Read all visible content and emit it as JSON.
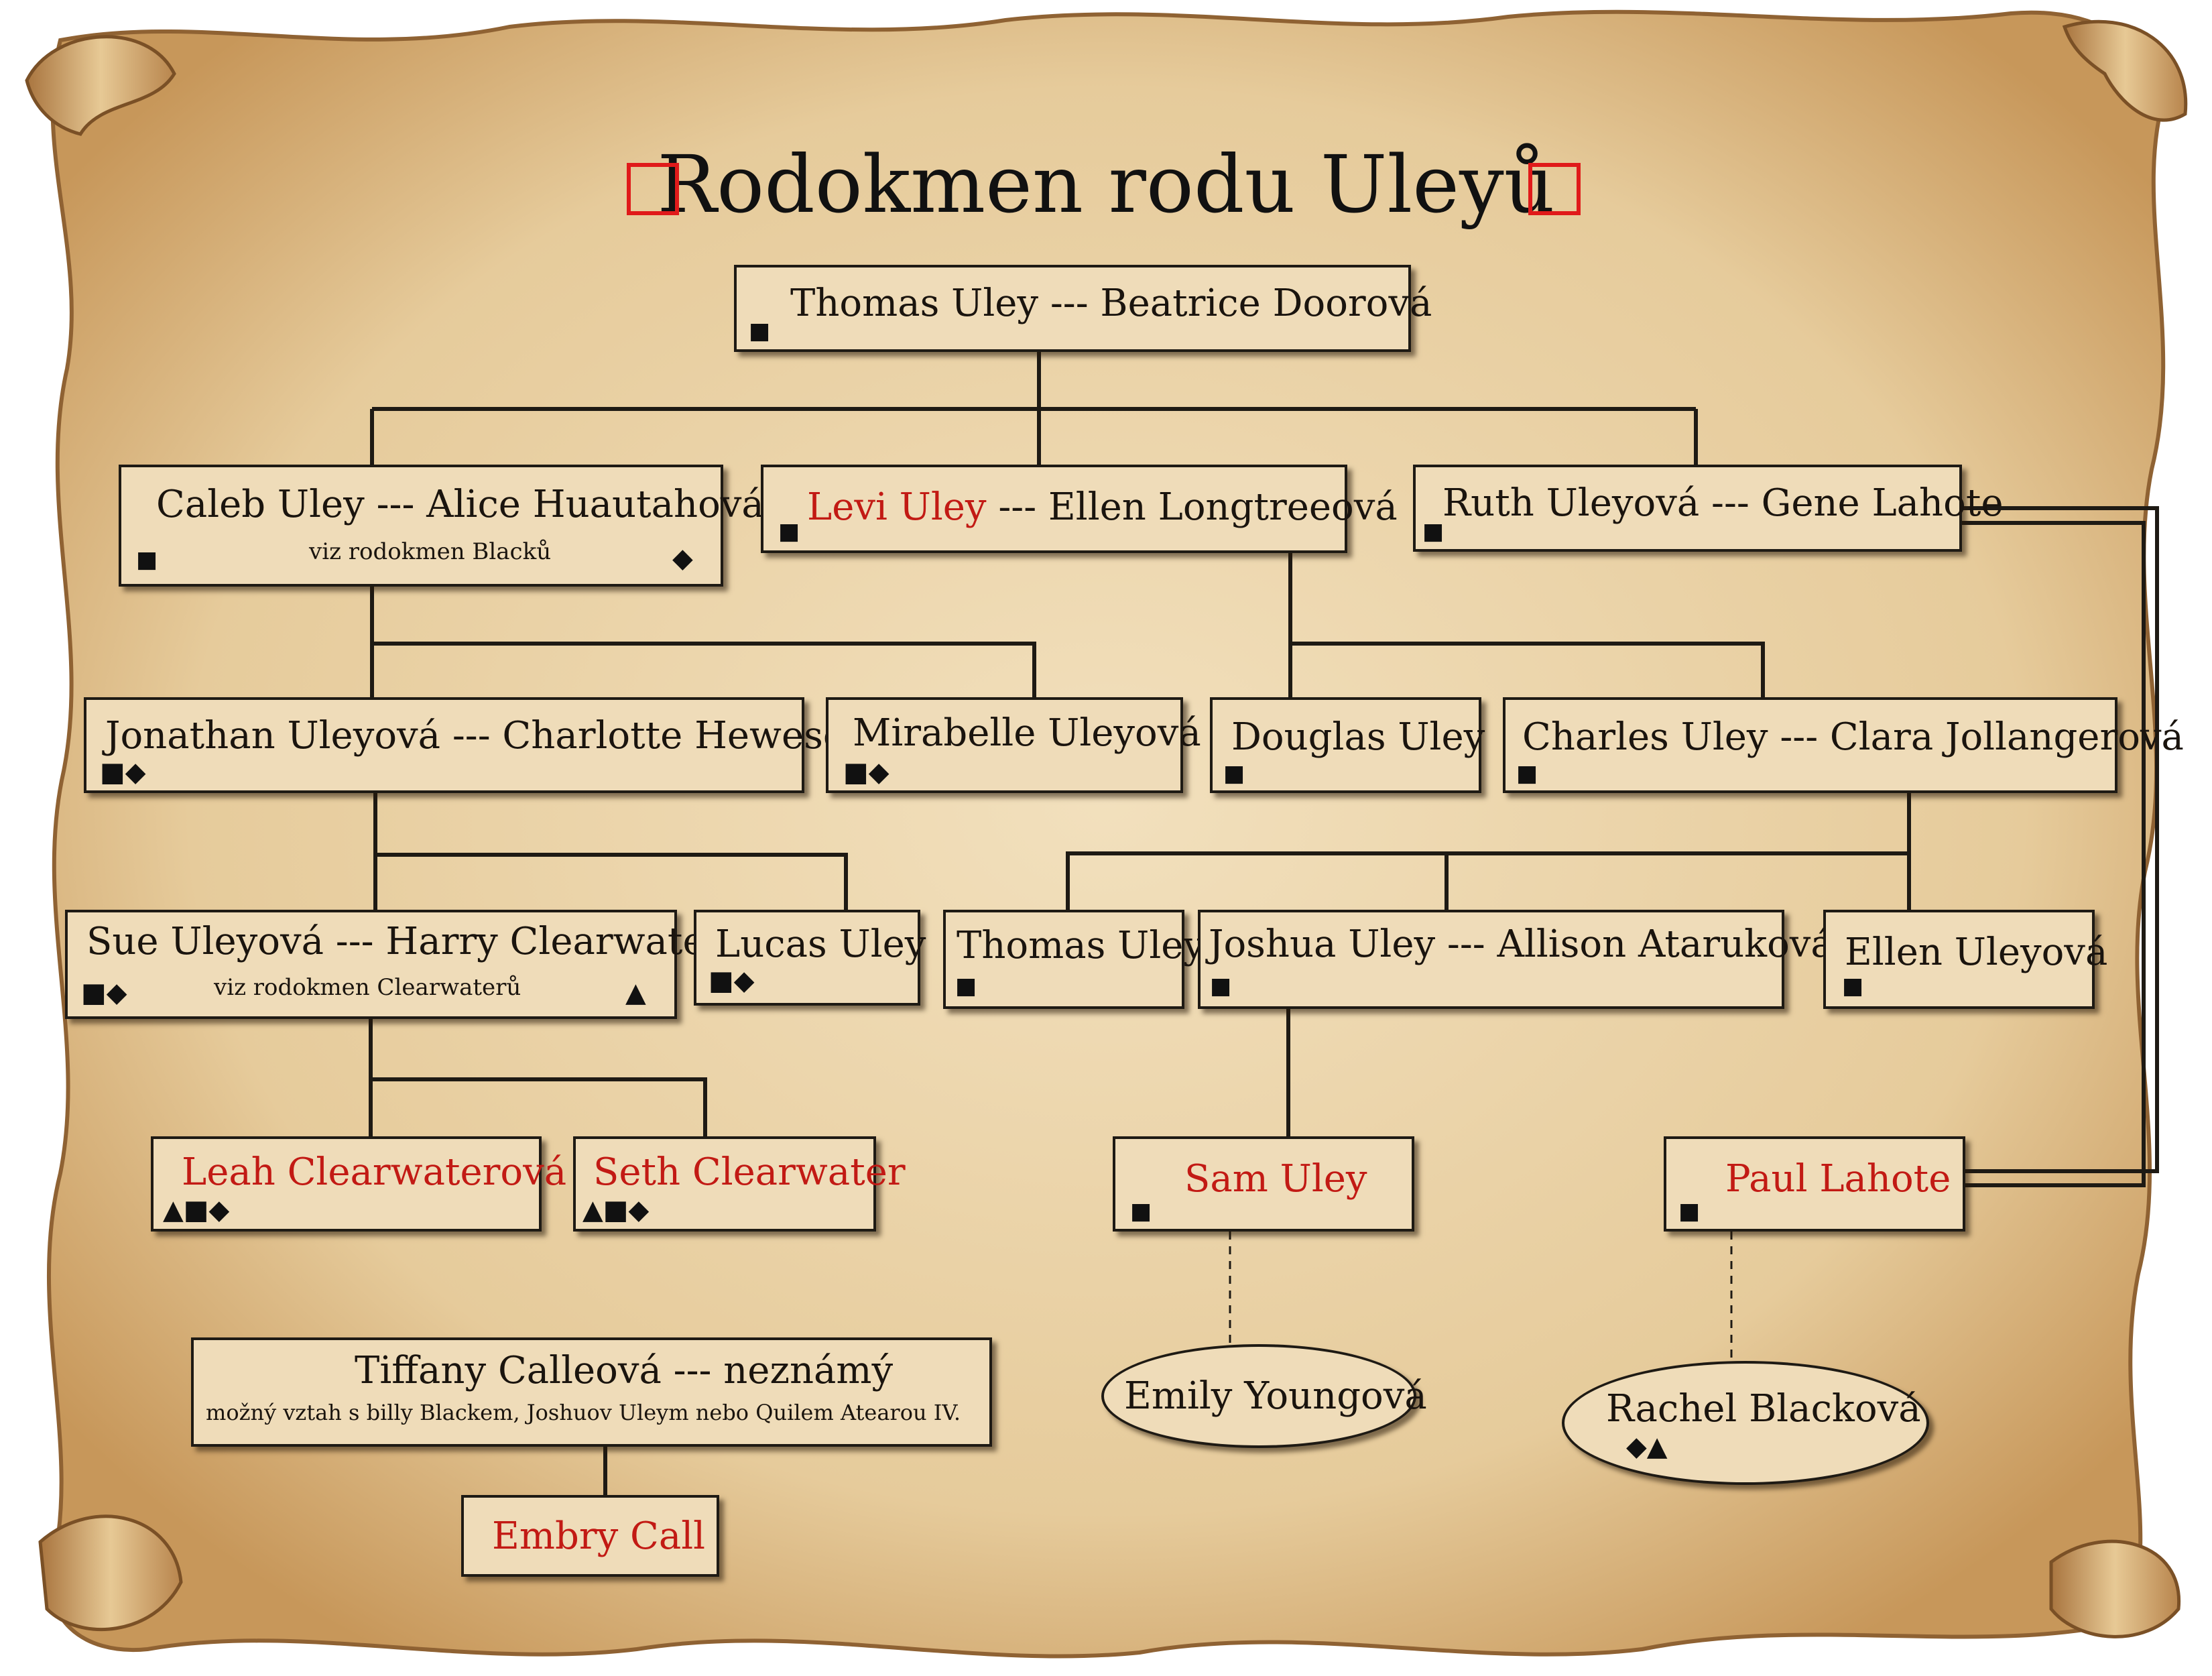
{
  "title": "Rodokmen rodu Uleyů",
  "symbols": {
    "square": "■",
    "diamond": "◆",
    "triangle": "▲",
    "square_outline": "□"
  },
  "colors": {
    "line": "#1e1a14",
    "box": "#efdcb9",
    "red_name": "#c21a14",
    "title_square": "#e01a1a",
    "parchment": "#e9d2a8"
  },
  "people": {
    "thomas_beatrice": {
      "name": "Thomas Uley --- Beatrice Doorová",
      "marks": "■"
    },
    "caleb_alice": {
      "name": "Caleb Uley --- Alice Huautahová",
      "note": "viz rodokmen Blacků",
      "marks": "■",
      "marks_right": "◆"
    },
    "levi_ellen": {
      "name_a": "Levi Uley",
      "name_b": " --- Ellen Longtreeová",
      "marks": "■"
    },
    "ruth_gene": {
      "name": "Ruth Uleyová --- Gene Lahote",
      "marks": "■"
    },
    "jonathan_charlotte": {
      "name": "Jonathan Uleyová --- Charlotte Hewesová",
      "marks": "■◆"
    },
    "mirabelle": {
      "name": "Mirabelle Uleyová",
      "marks": "■◆"
    },
    "douglas": {
      "name": "Douglas Uley",
      "marks": "■"
    },
    "charles_clara": {
      "name": "Charles Uley --- Clara Jollangerová",
      "marks": "■"
    },
    "sue_harry": {
      "name": "Sue Uleyová --- Harry Clearwater",
      "note": "viz rodokmen Clearwaterů",
      "marks": "■◆",
      "marks_right": "▲"
    },
    "lucas": {
      "name": "Lucas Uley",
      "marks": "■◆"
    },
    "thomas2": {
      "name": "Thomas Uley",
      "marks": "■"
    },
    "joshua_allison": {
      "name": "Joshua Uley --- Allison Ataruková",
      "marks": "■"
    },
    "ellen": {
      "name": "Ellen Uleyová",
      "marks": "■"
    },
    "leah": {
      "name": "Leah Clearwaterová",
      "marks": "▲■◆"
    },
    "seth": {
      "name": "Seth Clearwater",
      "marks": "▲■◆"
    },
    "sam": {
      "name": "Sam Uley",
      "marks": "■"
    },
    "paul": {
      "name": "Paul Lahote",
      "marks": "■"
    },
    "tiffany": {
      "name": "Tiffany Calleová --- neznámý",
      "note": "možný vztah s billy Blackem, Joshuov Uleym nebo Quilem Atearou IV."
    },
    "embry": {
      "name": "Embry Call"
    },
    "emily": {
      "name": "Emily Youngová"
    },
    "rachel": {
      "name": "Rachel Blacková",
      "marks": "◆▲"
    }
  }
}
